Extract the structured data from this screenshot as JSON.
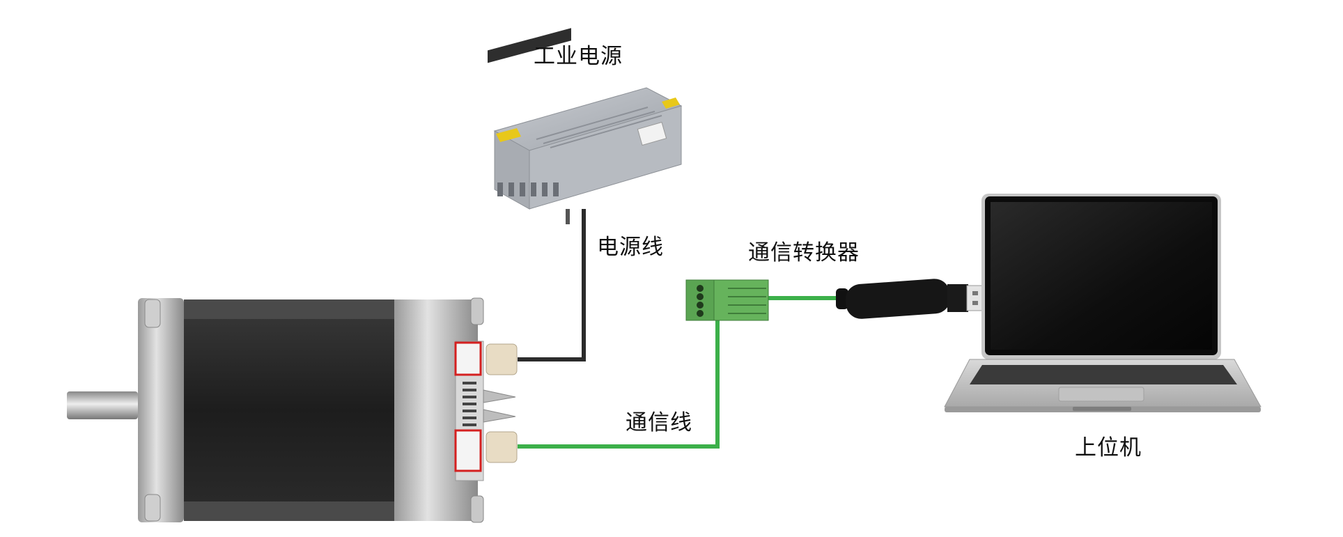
{
  "labels": {
    "power_supply": "工业电源",
    "power_cable": "电源线",
    "comm_converter": "通信转换器",
    "comm_cable": "通信线",
    "host_computer": "上位机"
  },
  "colors": {
    "power_cable": "#2b2b2b",
    "comm_cable": "#3cb04a",
    "connector_highlight": "#d42020",
    "terminal_green": "#5aa452"
  }
}
